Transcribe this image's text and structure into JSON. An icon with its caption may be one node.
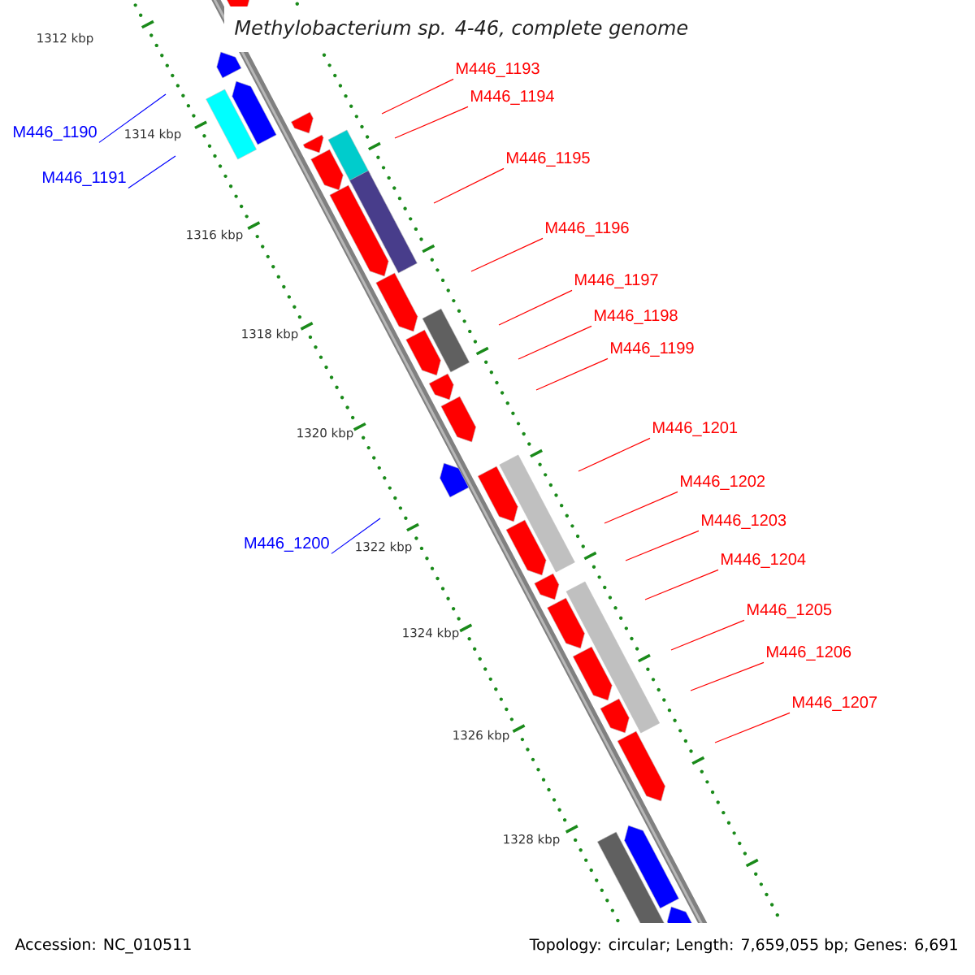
{
  "diagram": {
    "title": "Methylobacterium sp. 4-46, complete genome",
    "nodes": [
      {
        "text": [
          "M446_1190"
        ]
      },
      {
        "text": [
          "M446_1191"
        ]
      },
      {
        "text": [
          "M446_1193"
        ]
      },
      {
        "text": [
          "M446_1194"
        ]
      },
      {
        "text": [
          "M446_1195"
        ]
      },
      {
        "text": [
          "M446_1196"
        ]
      },
      {
        "text": [
          "M446_1197"
        ]
      },
      {
        "text": [
          "M446_1198"
        ]
      },
      {
        "text": [
          "M446_1199"
        ]
      },
      {
        "text": [
          "M446_1200"
        ]
      },
      {
        "text": [
          "M446_1201"
        ]
      },
      {
        "text": [
          "M446_1202"
        ]
      },
      {
        "text": [
          "M446_1203"
        ]
      },
      {
        "text": [
          "M446_1204"
        ]
      },
      {
        "text": [
          "M446_1205"
        ]
      },
      {
        "text": [
          "M446_1206"
        ]
      },
      {
        "text": [
          "M446_1207"
        ]
      }
    ],
    "edges": [
      {
        "from": 0,
        "to": null,
        "arrow": "none",
        "color": "#0000ff"
      },
      {
        "from": 1,
        "to": null,
        "arrow": "none",
        "color": "#0000ff"
      },
      {
        "from": 2,
        "to": null,
        "arrow": "none"
      },
      {
        "from": 3,
        "to": null,
        "arrow": "none"
      },
      {
        "from": 4,
        "to": null,
        "arrow": "none"
      },
      {
        "from": 5,
        "to": null,
        "arrow": "none"
      },
      {
        "from": 6,
        "to": null,
        "arrow": "none"
      },
      {
        "from": 7,
        "to": null,
        "arrow": "none"
      },
      {
        "from": 8,
        "to": null,
        "arrow": "none"
      },
      {
        "from": 9,
        "to": null,
        "arrow": "none",
        "color": "#0000ff"
      },
      {
        "from": 10,
        "to": null,
        "arrow": "none"
      },
      {
        "from": 11,
        "to": null,
        "arrow": "none"
      },
      {
        "from": 12,
        "to": null,
        "arrow": "none"
      },
      {
        "from": 13,
        "to": null,
        "arrow": "none"
      },
      {
        "from": 14,
        "to": null,
        "arrow": "none"
      },
      {
        "from": 15,
        "to": null,
        "arrow": "none"
      },
      {
        "from": 16,
        "to": null,
        "arrow": "none"
      }
    ],
    "labels": [
      "1312 kbp",
      "1314 kbp",
      "1316 kbp",
      "1318 kbp",
      "1320 kbp",
      "1322 kbp",
      "1324 kbp",
      "1326 kbp",
      "1328 kbp",
      "Accession: NC_010511",
      "Topology: circular; Length: 7,659,055 bp; Genes: 6,691"
    ]
  }
}
